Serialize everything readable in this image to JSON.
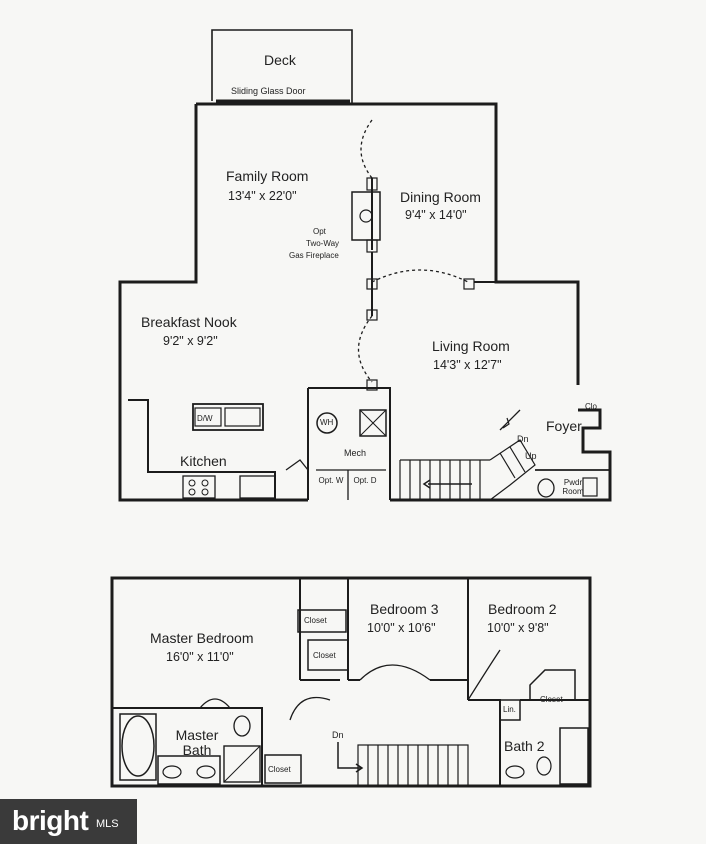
{
  "upper_level_plan": {
    "deck": {
      "name": "Deck",
      "door": "Sliding Glass Door"
    },
    "family_room": {
      "name": "Family Room",
      "dims": "13'4\" x 22'0\""
    },
    "dining_room": {
      "name": "Dining Room",
      "dims": "9'4\" x 14'0\""
    },
    "fireplace": {
      "line1": "Opt",
      "line2": "Two-Way",
      "line3": "Gas Fireplace"
    },
    "breakfast_nook": {
      "name": "Breakfast Nook",
      "dims": "9'2\" x 9'2\""
    },
    "living_room": {
      "name": "Living Room",
      "dims": "14'3\" x 12'7\""
    },
    "kitchen": {
      "name": "Kitchen",
      "dw": "D/W"
    },
    "mech": {
      "name": "Mech",
      "wh": "WH"
    },
    "laundry": {
      "opt_w": "Opt. W",
      "opt_d": "Opt. D"
    },
    "foyer": {
      "name": "Foyer",
      "clo": "Clo",
      "dn": "Dn",
      "up": "Up"
    },
    "powder_room": {
      "name": "Pwdr Room"
    }
  },
  "lower_level_plan": {
    "master_bedroom": {
      "name": "Master Bedroom",
      "dims": "16'0\" x 11'0\""
    },
    "bedroom3": {
      "name": "Bedroom 3",
      "dims": "10'0\" x 10'6\""
    },
    "bedroom2": {
      "name": "Bedroom 2",
      "dims": "10'0\" x 9'8\""
    },
    "closets": {
      "closet_a": "Closet",
      "closet_b": "Closet",
      "closet_c": "Closet",
      "closet_d": "Closet",
      "lin": "Lin."
    },
    "master_bath": {
      "name": "Master Bath"
    },
    "bath2": {
      "name": "Bath 2"
    },
    "stair": {
      "dn": "Dn"
    }
  },
  "watermark": {
    "brand": "bright",
    "suffix": "MLS"
  }
}
